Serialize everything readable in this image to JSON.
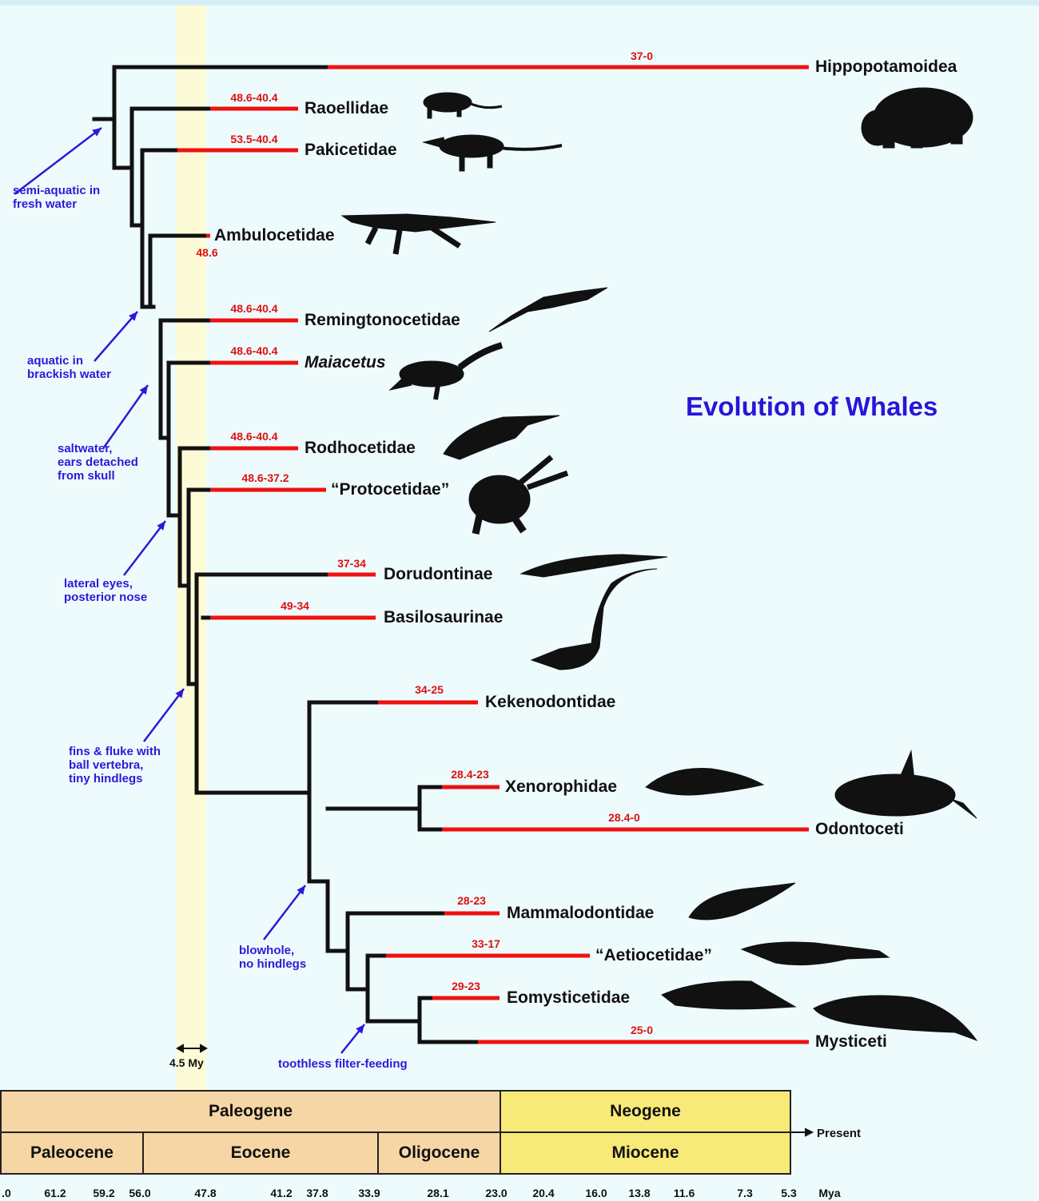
{
  "title": "Evolution of Whales",
  "scale_label": "4.5 My",
  "taxa": [
    {
      "id": "hippo",
      "label": "Hippopotamoidea",
      "range": "37-0"
    },
    {
      "id": "raoel",
      "label": "Raoellidae",
      "range": "48.6-40.4"
    },
    {
      "id": "paki",
      "label": "Pakicetidae",
      "range": "53.5-40.4"
    },
    {
      "id": "ambulo",
      "label": "Ambulocetidae",
      "range": "48.6"
    },
    {
      "id": "remi",
      "label": "Remingtonocetidae",
      "range": "48.6-40.4"
    },
    {
      "id": "maia",
      "label": "Maiacetus",
      "range": "48.6-40.4"
    },
    {
      "id": "rodho",
      "label": "Rodhocetidae",
      "range": "48.6-40.4"
    },
    {
      "id": "proto",
      "label": "“Protocetidae”",
      "range": "48.6-37.2"
    },
    {
      "id": "doru",
      "label": "Dorudontinae",
      "range": "37-34"
    },
    {
      "id": "basilo",
      "label": "Basilosaurinae",
      "range": "49-34"
    },
    {
      "id": "keke",
      "label": "Kekenodontidae",
      "range": "34-25"
    },
    {
      "id": "xeno",
      "label": "Xenorophidae",
      "range": "28.4-23"
    },
    {
      "id": "odonto",
      "label": "Odontoceti",
      "range": "28.4-0"
    },
    {
      "id": "mammalo",
      "label": "Mammalodontidae",
      "range": "28-23"
    },
    {
      "id": "aetio",
      "label": "“Aetiocetidae”",
      "range": "33-17"
    },
    {
      "id": "eomy",
      "label": "Eomysticetidae",
      "range": "29-23"
    },
    {
      "id": "mysti",
      "label": "Mysticeti",
      "range": "25-0"
    }
  ],
  "annotations": {
    "semi_aquatic": [
      "semi-aquatic in",
      "fresh water"
    ],
    "brackish": [
      "aquatic in",
      "brackish water"
    ],
    "saltwater": [
      "saltwater,",
      "ears detached",
      "from skull"
    ],
    "lateral_eyes": [
      "lateral eyes,",
      "posterior nose"
    ],
    "fins": [
      "fins & fluke with",
      "ball vertebra,",
      "tiny hindlegs"
    ],
    "blowhole": [
      "blowhole,",
      "no hindlegs"
    ],
    "toothless": [
      "toothless filter-feeding"
    ]
  },
  "timescale": {
    "periods": [
      "Paleogene",
      "Neogene"
    ],
    "epochs": [
      "Paleocene",
      "Eocene",
      "Oligocene",
      "Miocene"
    ],
    "ticks": [
      ".0",
      "61.2",
      "59.2",
      "56.0",
      "47.8",
      "41.2",
      "37.8",
      "33.9",
      "28.1",
      "23.0",
      "20.4",
      "16.0",
      "13.8",
      "11.6",
      "7.3",
      "5.3"
    ],
    "unit": "Mya",
    "present": "Present"
  },
  "colors": {
    "branch": "#111111",
    "range_bar": "#f01010",
    "annotation": "#2a1ad8",
    "band": "#fdfbd6",
    "paleogene": "#f7d6a5",
    "neogene": "#f8ea79"
  }
}
